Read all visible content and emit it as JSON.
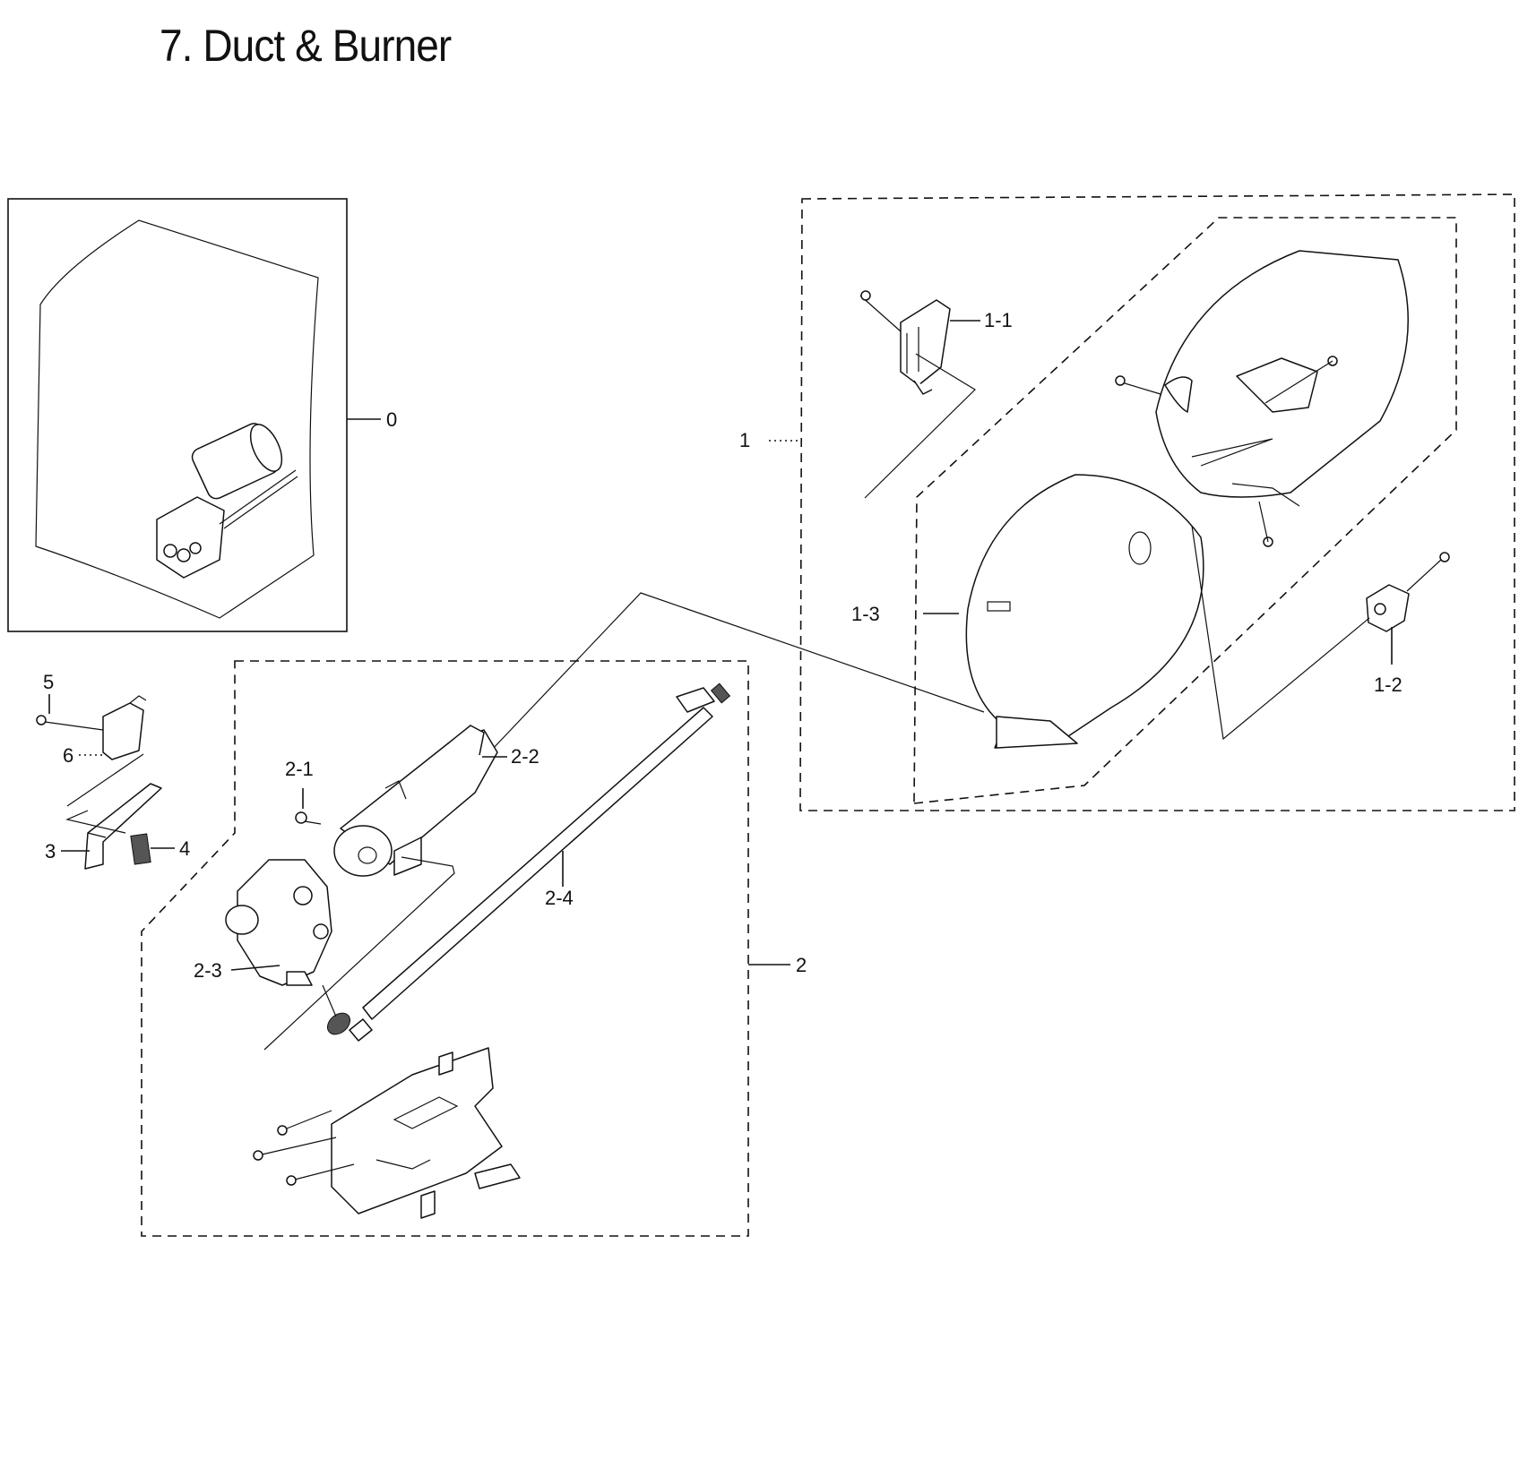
{
  "page": {
    "title": "7. Duct & Burner"
  },
  "callouts": {
    "c0": "0",
    "c1": "1",
    "c1_1": "1-1",
    "c1_2": "1-2",
    "c1_3": "1-3",
    "c2": "2",
    "c2_1": "2-1",
    "c2_2": "2-2",
    "c2_3": "2-3",
    "c2_4": "2-4",
    "c3": "3",
    "c4": "4",
    "c5": "5",
    "c6": "6"
  }
}
